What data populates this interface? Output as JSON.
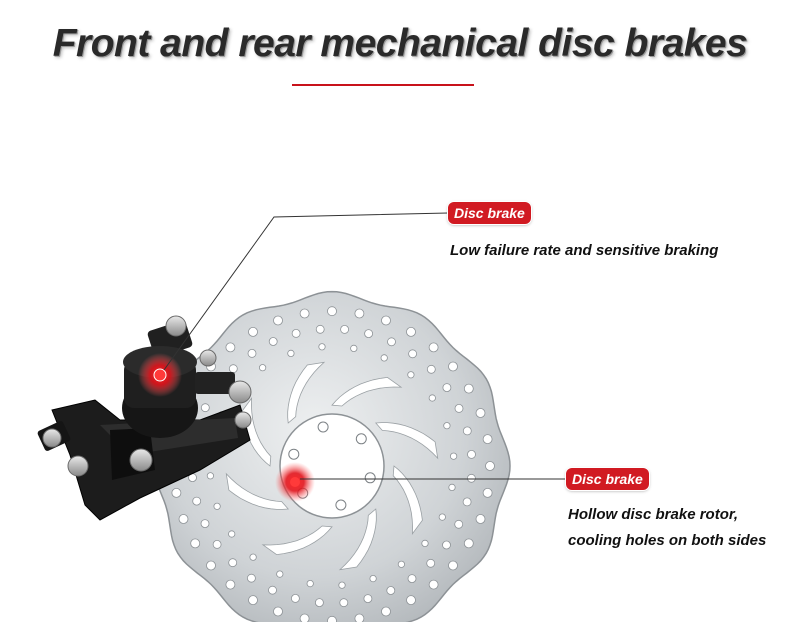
{
  "header": {
    "title": "Front and rear mechanical disc brakes"
  },
  "callouts": [
    {
      "badge": "Disc brake",
      "description_lines": [
        "Low failure rate and sensitive braking"
      ]
    },
    {
      "badge": "Disc brake",
      "description_lines": [
        "Hollow disc brake rotor,",
        "cooling holes on both sides"
      ]
    }
  ],
  "colors": {
    "accent": "#d11a22",
    "rotor": "#c9ccce",
    "caliper": "#1a1a1a"
  }
}
